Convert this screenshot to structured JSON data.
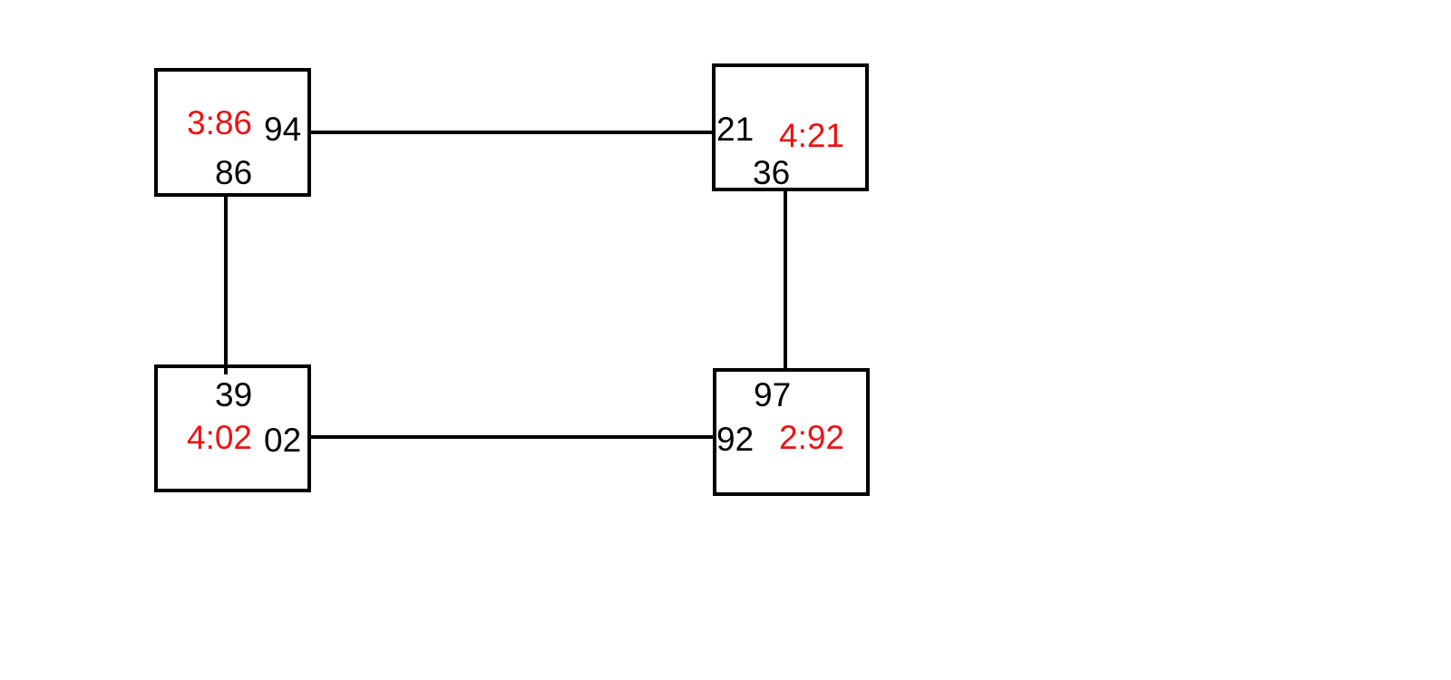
{
  "colors": {
    "background": "#ffffff",
    "stroke": "#000000",
    "text": "#000000",
    "highlight": "#ee1111"
  },
  "nodes": [
    {
      "id": "top-left",
      "summary": "3:86",
      "ports": {
        "right": "94",
        "bottom": "86"
      }
    },
    {
      "id": "top-right",
      "summary": "4:21",
      "ports": {
        "left": "21",
        "bottom": "36"
      }
    },
    {
      "id": "bottom-left",
      "summary": "4:02",
      "ports": {
        "top": "39",
        "right": "02"
      }
    },
    {
      "id": "bottom-right",
      "summary": "2:92",
      "ports": {
        "top": "97",
        "left": "92"
      }
    }
  ],
  "edges": [
    {
      "from": "top-left",
      "from_port": "94",
      "to": "top-right",
      "to_port": "21"
    },
    {
      "from": "top-left",
      "from_port": "86",
      "to": "bottom-left",
      "to_port": "39"
    },
    {
      "from": "top-right",
      "from_port": "36",
      "to": "bottom-right",
      "to_port": "97"
    },
    {
      "from": "bottom-left",
      "from_port": "02",
      "to": "bottom-right",
      "to_port": "92"
    }
  ]
}
